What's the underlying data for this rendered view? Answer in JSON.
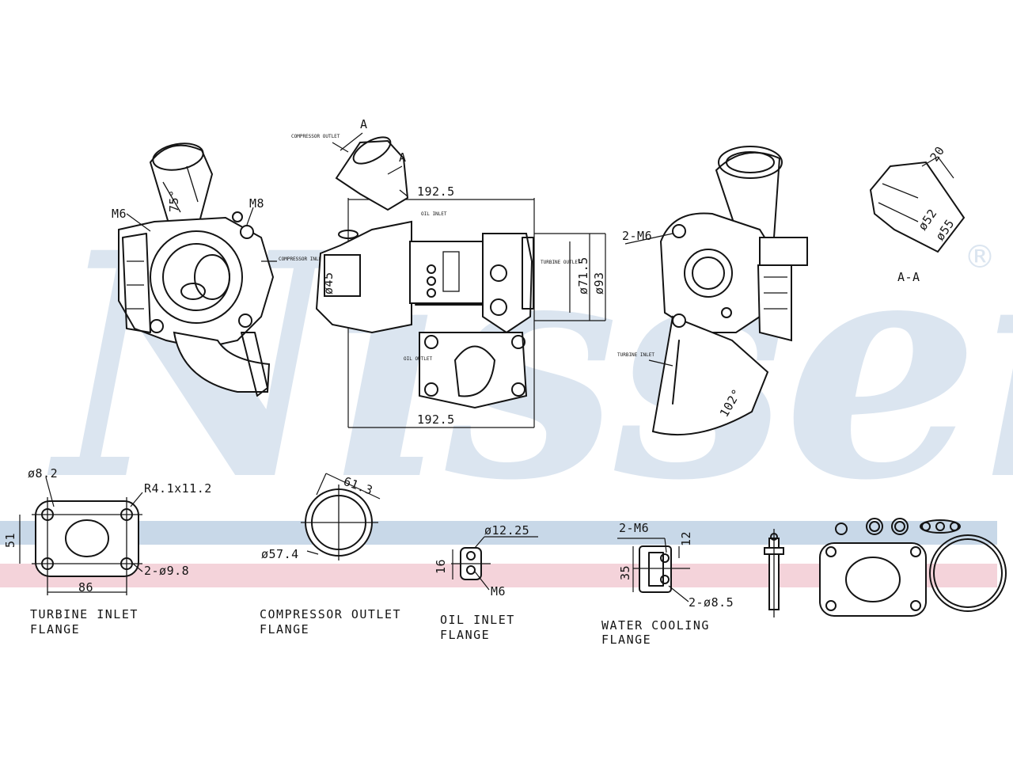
{
  "watermark": {
    "brand": "Nissens",
    "registered_mark": "®"
  },
  "colors": {
    "watermark": "#dbe5f0",
    "band_blue": "#c8d8e8",
    "band_pink": "#f4d3da",
    "ink": "#141414"
  },
  "top_views": {
    "section_marks": {
      "a1": "A",
      "a2": "A",
      "aa_caption": "A-A"
    },
    "left_view": {
      "thread_m6": "M6",
      "thread_m8": "M8",
      "angle": "75°",
      "note_compressor_inlet": "COMPRESSOR INLET"
    },
    "center_view": {
      "top_width": "192.5",
      "bottom_width": "192.5",
      "dia_45": "ø45",
      "dia_71_5": "ø71.5",
      "dia_93": "ø93",
      "note_compressor_outlet": "COMPRESSOR OUTLET",
      "note_oil_inlet": "OIL INLET",
      "note_turbine_outlet": "TURBINE OUTLET",
      "note_oil_outlet": "OIL OUTLET"
    },
    "right_view": {
      "thread_2m6": "2-M6",
      "angle": "102°",
      "note_turbine_inlet": "TURBINE INLET"
    },
    "section_aa": {
      "dim_20": "20",
      "dia_52": "ø52",
      "dia_55": "ø55"
    }
  },
  "flanges": {
    "turbine_inlet": {
      "hole_dia": "ø8.2",
      "slot": "R4.1x11.2",
      "height": "51",
      "holes": "2-ø9.8",
      "width": "86",
      "caption_line1": "TURBINE INLET",
      "caption_line2": "FLANGE"
    },
    "compressor_outlet": {
      "outer": "61.3",
      "inner": "ø57.4",
      "caption_line1": "COMPRESSOR OUTLET",
      "caption_line2": "FLANGE"
    },
    "oil_inlet": {
      "hole": "ø12.25",
      "height": "16",
      "thread": "M6",
      "caption_line1": "OIL INLET",
      "caption_line2": "FLANGE"
    },
    "water_cooling": {
      "thread": "2-M6",
      "dim_12": "12",
      "dim_35": "35",
      "holes": "2-ø8.5",
      "caption_line1": "WATER COOLING",
      "caption_line2": "FLANGE"
    }
  }
}
